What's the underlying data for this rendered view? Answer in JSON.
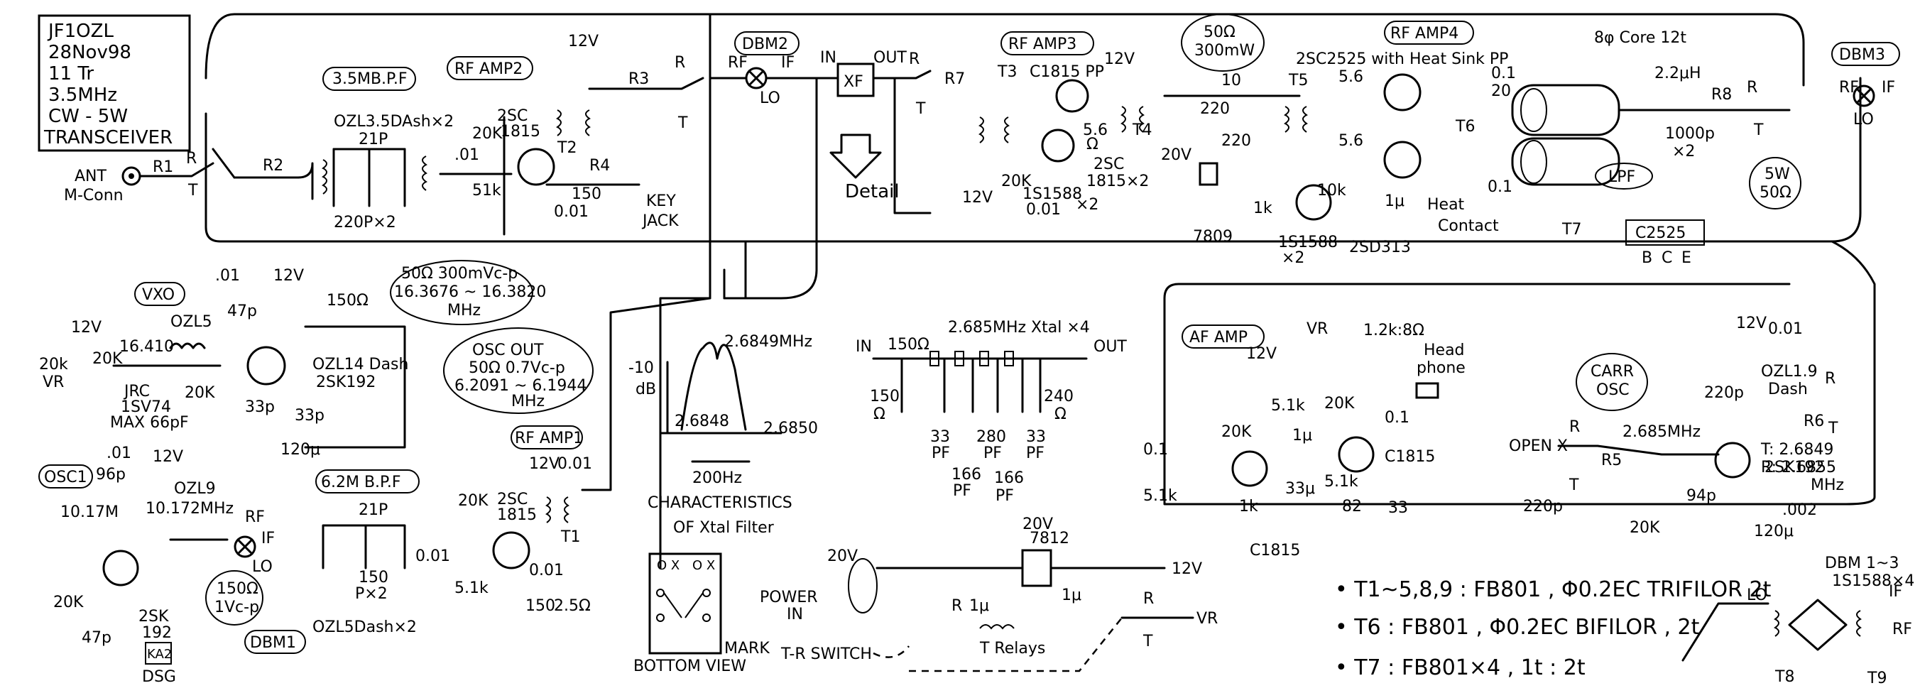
{
  "title_box": {
    "lines": [
      "JF1OZL",
      "28Nov98",
      "11 Tr",
      "3.5MHz",
      "CW - 5W",
      "TRANSCEIVER"
    ]
  },
  "blocks": {
    "rf_amp2": "RF AMP2",
    "bpf_35": "3.5MB.P.F",
    "dbm2": "DBM2",
    "rf_amp3": "RF AMP3",
    "power_50": [
      "50Ω",
      "300mW"
    ],
    "rf_amp4": "RF AMP4",
    "dbm3": "DBM3",
    "vxo": "VXO",
    "osc_out": [
      "OSC OUT",
      "50Ω 0.7Vc-p",
      "6.2091 ~ 6.1944",
      "MHz"
    ],
    "vxo_out": [
      "50Ω 300mVc-p",
      "16.3676 ~ 16.3820",
      "MHz"
    ],
    "osc1": "OSC1",
    "rf_amp1": "RF AMP1",
    "bpf_62": "6.2M B.P.F",
    "dbm1": "DBM1",
    "dbm1_level": [
      "150Ω",
      "1Vc-p"
    ],
    "af_amp": "AF AMP",
    "carr_osc": [
      "CARR",
      "OSC"
    ],
    "lpf": "LPF",
    "out_5w": [
      "5W",
      "50Ω"
    ]
  },
  "labels": {
    "ant": [
      "ANT",
      "M-Conn"
    ],
    "r1": "R1",
    "r2": "R2",
    "r3": "R3",
    "r4": "R4",
    "r5": "R5",
    "r6": "R6",
    "r7": "R7",
    "r8": "R8",
    "rr": "R",
    "tt": "T",
    "ozl35": "OZL3.5DAsh×2",
    "c21p": "21P",
    "c220": "220P×2",
    "c01": ".01",
    "r20k": "20K",
    "r51k": "51k",
    "q2sc": "2SC",
    "q1815": "1815",
    "t2": "T2",
    "r150": "150",
    "c001": "0.01",
    "key": "KEY",
    "jack": "JACK",
    "v12": "12V",
    "rf": "RF",
    "if": "IF",
    "lo": "LO",
    "in": "IN",
    "out": "OUT",
    "xf": "XF",
    "detail": "Detail",
    "t3": "T3",
    "t4": "T4",
    "t5": "T5",
    "t6": "T6",
    "t7": "T7",
    "t1": "T1",
    "c1815pp": "C1815 PP",
    "r56": "5.6",
    "ohm": "Ω",
    "q2sc1815x2": [
      "2SC",
      "1815×2"
    ],
    "ss1588": "1S1588",
    "x2": "×2",
    "c001b": "0.01",
    "v20": "20V",
    "r10": "10",
    "r220": "220",
    "r10k": "10k",
    "c1u": "1μ",
    "r1k": "1k",
    "q7809": "7809",
    "q2sd313": "2SD313",
    "heat_contact": [
      "Heat",
      "Contact"
    ],
    "rfamp4_tr": "2SC2525 with Heat Sink PP",
    "core": "8φ Core 12t",
    "c01b": "0.1",
    "c20": "20",
    "l22": "2.2μH",
    "c1000": [
      "1000p",
      "×2"
    ],
    "c2525": "C2525",
    "bce": [
      "B",
      "C",
      "E"
    ],
    "vr": "VR",
    "r20kvr": [
      "20k",
      "VR"
    ],
    "f16410": "16.410",
    "ozl5": "OZL5",
    "jrc": [
      "JRC",
      "1SV74",
      "MAX 66pF"
    ],
    "r150b": "150Ω",
    "c47p": "47p",
    "c33p": "33p",
    "u120": "120μ",
    "ozl14": [
      "OZL14 Dash",
      "2SK192"
    ],
    "c96p": "96p",
    "ozl9": "OZL9",
    "f10172": "10.172MHz",
    "f1017": "10.17M",
    "k2sk": [
      "2SK",
      "192"
    ],
    "ka": "KA2",
    "dsg": "DSG",
    "c150px2": [
      "150",
      "P×2"
    ],
    "ozl5dash": "OZL5Dash×2",
    "r25": "2.5Ω",
    "r51kb": "5.1k",
    "xtal_title": "2.685MHz Xtal ×4",
    "r150x": "150Ω",
    "r150y": [
      "150",
      "Ω"
    ],
    "r240": [
      "240",
      "Ω"
    ],
    "caps": [
      "33",
      "PF",
      "280",
      "PF",
      "33",
      "PF"
    ],
    "caps2": [
      "166",
      "PF",
      "166",
      "PF"
    ],
    "f26849": "2.6849MHz",
    "f26848": "2.6848",
    "f26850": "2.6850",
    "db": [
      "-10",
      "dB"
    ],
    "hz200": "200Hz",
    "char": [
      "CHARACTERISTICS",
      "OF Xtal Filter"
    ],
    "bottom_view": [
      "BOTTOM VIEW"
    ],
    "mark": "MARK",
    "power_in": [
      "POWER",
      "IN"
    ],
    "tr_switch": "T-R SWITCH",
    "relays": "T Relays",
    "reg7812": "7812",
    "vr_out": "VR",
    "v20b": "20V",
    "headphone": [
      "1.2k:8Ω",
      "Head",
      "phone"
    ],
    "r5k1": "5.1k",
    "r82": "82",
    "c33": "33",
    "c33u": "33μ",
    "c1815b": "C1815",
    "c1815c": "C1815",
    "open_x": "OPEN X",
    "f2685": "2.685MHz",
    "c220p": "220p",
    "c94p": "94p",
    "c002": ".002",
    "q2sk192": "2SK192",
    "ozl19": [
      "OZL1.9",
      "Dash"
    ],
    "carr_freq": [
      "T: 2.6849",
      "R: 2.6855",
      "MHz"
    ],
    "c1u_b": "1μ",
    "c01c": "0.1"
  },
  "notes": [
    "• T1~5,8,9 : FB801 , Φ0.2EC TRIFILOR 2t",
    "• T6 : FB801 , Φ0.2EC BIFILOR , 2t",
    "• T7 : FB801×4 ,   1t : 2t"
  ],
  "dbm_detail": {
    "title": "DBM 1~3",
    "diodes": "1S1588×4",
    "lo": "LO",
    "if": "IF",
    "rf": "RF",
    "t8": "T8",
    "t9": "T9"
  }
}
